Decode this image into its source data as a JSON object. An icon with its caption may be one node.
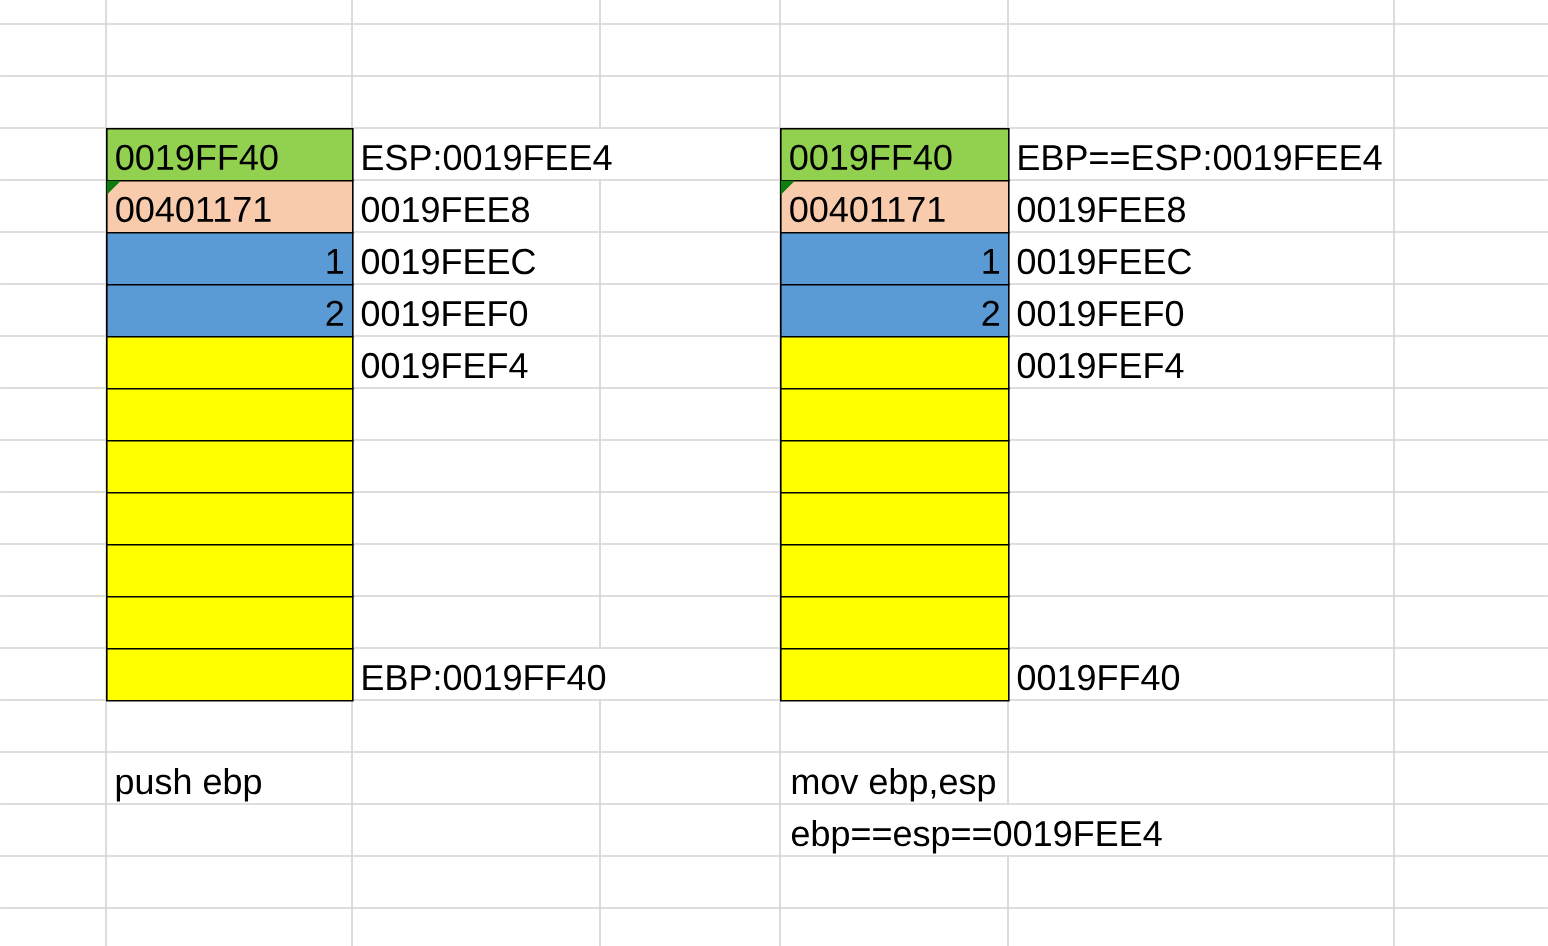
{
  "diagram": {
    "nodes": [
      {
        "text": [
          "0019FF40"
        ],
        "beside": [
          "ESP:0019FEE4"
        ]
      },
      {
        "text": [
          "00401171"
        ],
        "beside": [
          "0019FEE8"
        ]
      },
      {
        "text": [
          "1"
        ],
        "beside": [
          "0019FEEC"
        ]
      },
      {
        "text": [
          "2"
        ],
        "beside": [
          "0019FEF0"
        ]
      },
      {
        "text": [],
        "shape": "box",
        "beside": [
          "0019FEF4"
        ]
      },
      {
        "text": [],
        "shape": "box"
      },
      {
        "text": [],
        "shape": "box"
      },
      {
        "text": [],
        "shape": "box"
      },
      {
        "text": [],
        "shape": "box"
      },
      {
        "text": [],
        "shape": "box"
      },
      {
        "text": [],
        "shape": "box",
        "beside": [
          "EBP:0019FF40"
        ]
      },
      {
        "text": [
          "0019FF40"
        ],
        "beside": [
          "EBP==ESP:0019FEE4"
        ]
      },
      {
        "text": [
          "00401171"
        ],
        "beside": [
          "0019FEE8"
        ]
      },
      {
        "text": [
          "1"
        ],
        "beside": [
          "0019FEEC"
        ]
      },
      {
        "text": [
          "2"
        ],
        "beside": [
          "0019FEF0"
        ]
      },
      {
        "text": [],
        "shape": "box",
        "beside": [
          "0019FEF4"
        ]
      },
      {
        "text": [],
        "shape": "box"
      },
      {
        "text": [],
        "shape": "box"
      },
      {
        "text": [],
        "shape": "box"
      },
      {
        "text": [],
        "shape": "box"
      },
      {
        "text": [],
        "shape": "box"
      },
      {
        "text": [],
        "shape": "box",
        "beside": [
          "0019FF40"
        ]
      }
    ],
    "labels": [
      "push ebp",
      "mov ebp,esp",
      "ebp==esp==0019FEE4"
    ]
  }
}
